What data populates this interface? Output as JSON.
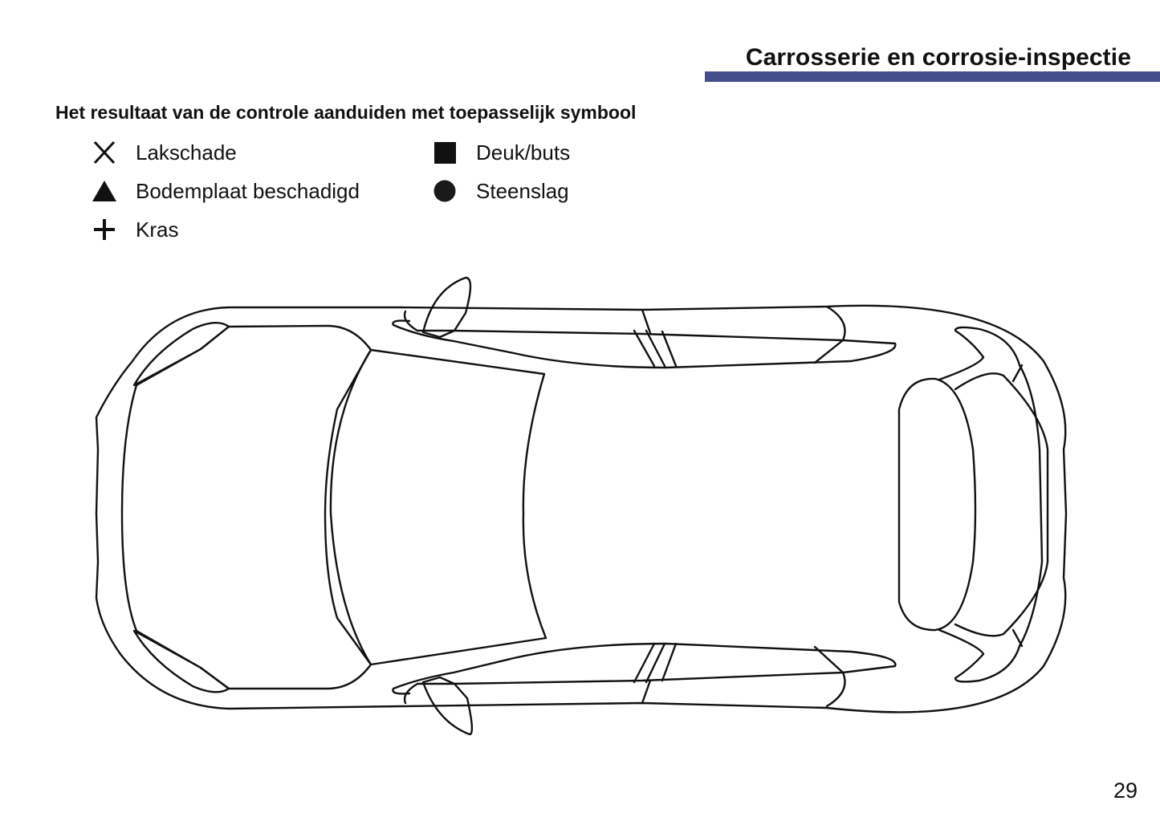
{
  "header": {
    "title": "Carrosserie en corrosie-inspectie",
    "bar_color": "#454d8b"
  },
  "instruction": "Het resultaat van de controle aanduiden met toepasselijk symbool",
  "legend": {
    "items": [
      {
        "symbol": "x-icon",
        "label": "Lakschade"
      },
      {
        "symbol": "triangle-icon",
        "label": "Bodemplaat beschadigd"
      },
      {
        "symbol": "plus-icon",
        "label": "Kras"
      },
      {
        "symbol": "square-icon",
        "label": "Deuk/buts"
      },
      {
        "symbol": "circle-icon",
        "label": "Steenslag"
      }
    ]
  },
  "diagram": {
    "description": "Car outline, top view"
  },
  "footer": {
    "page_number": "29"
  }
}
